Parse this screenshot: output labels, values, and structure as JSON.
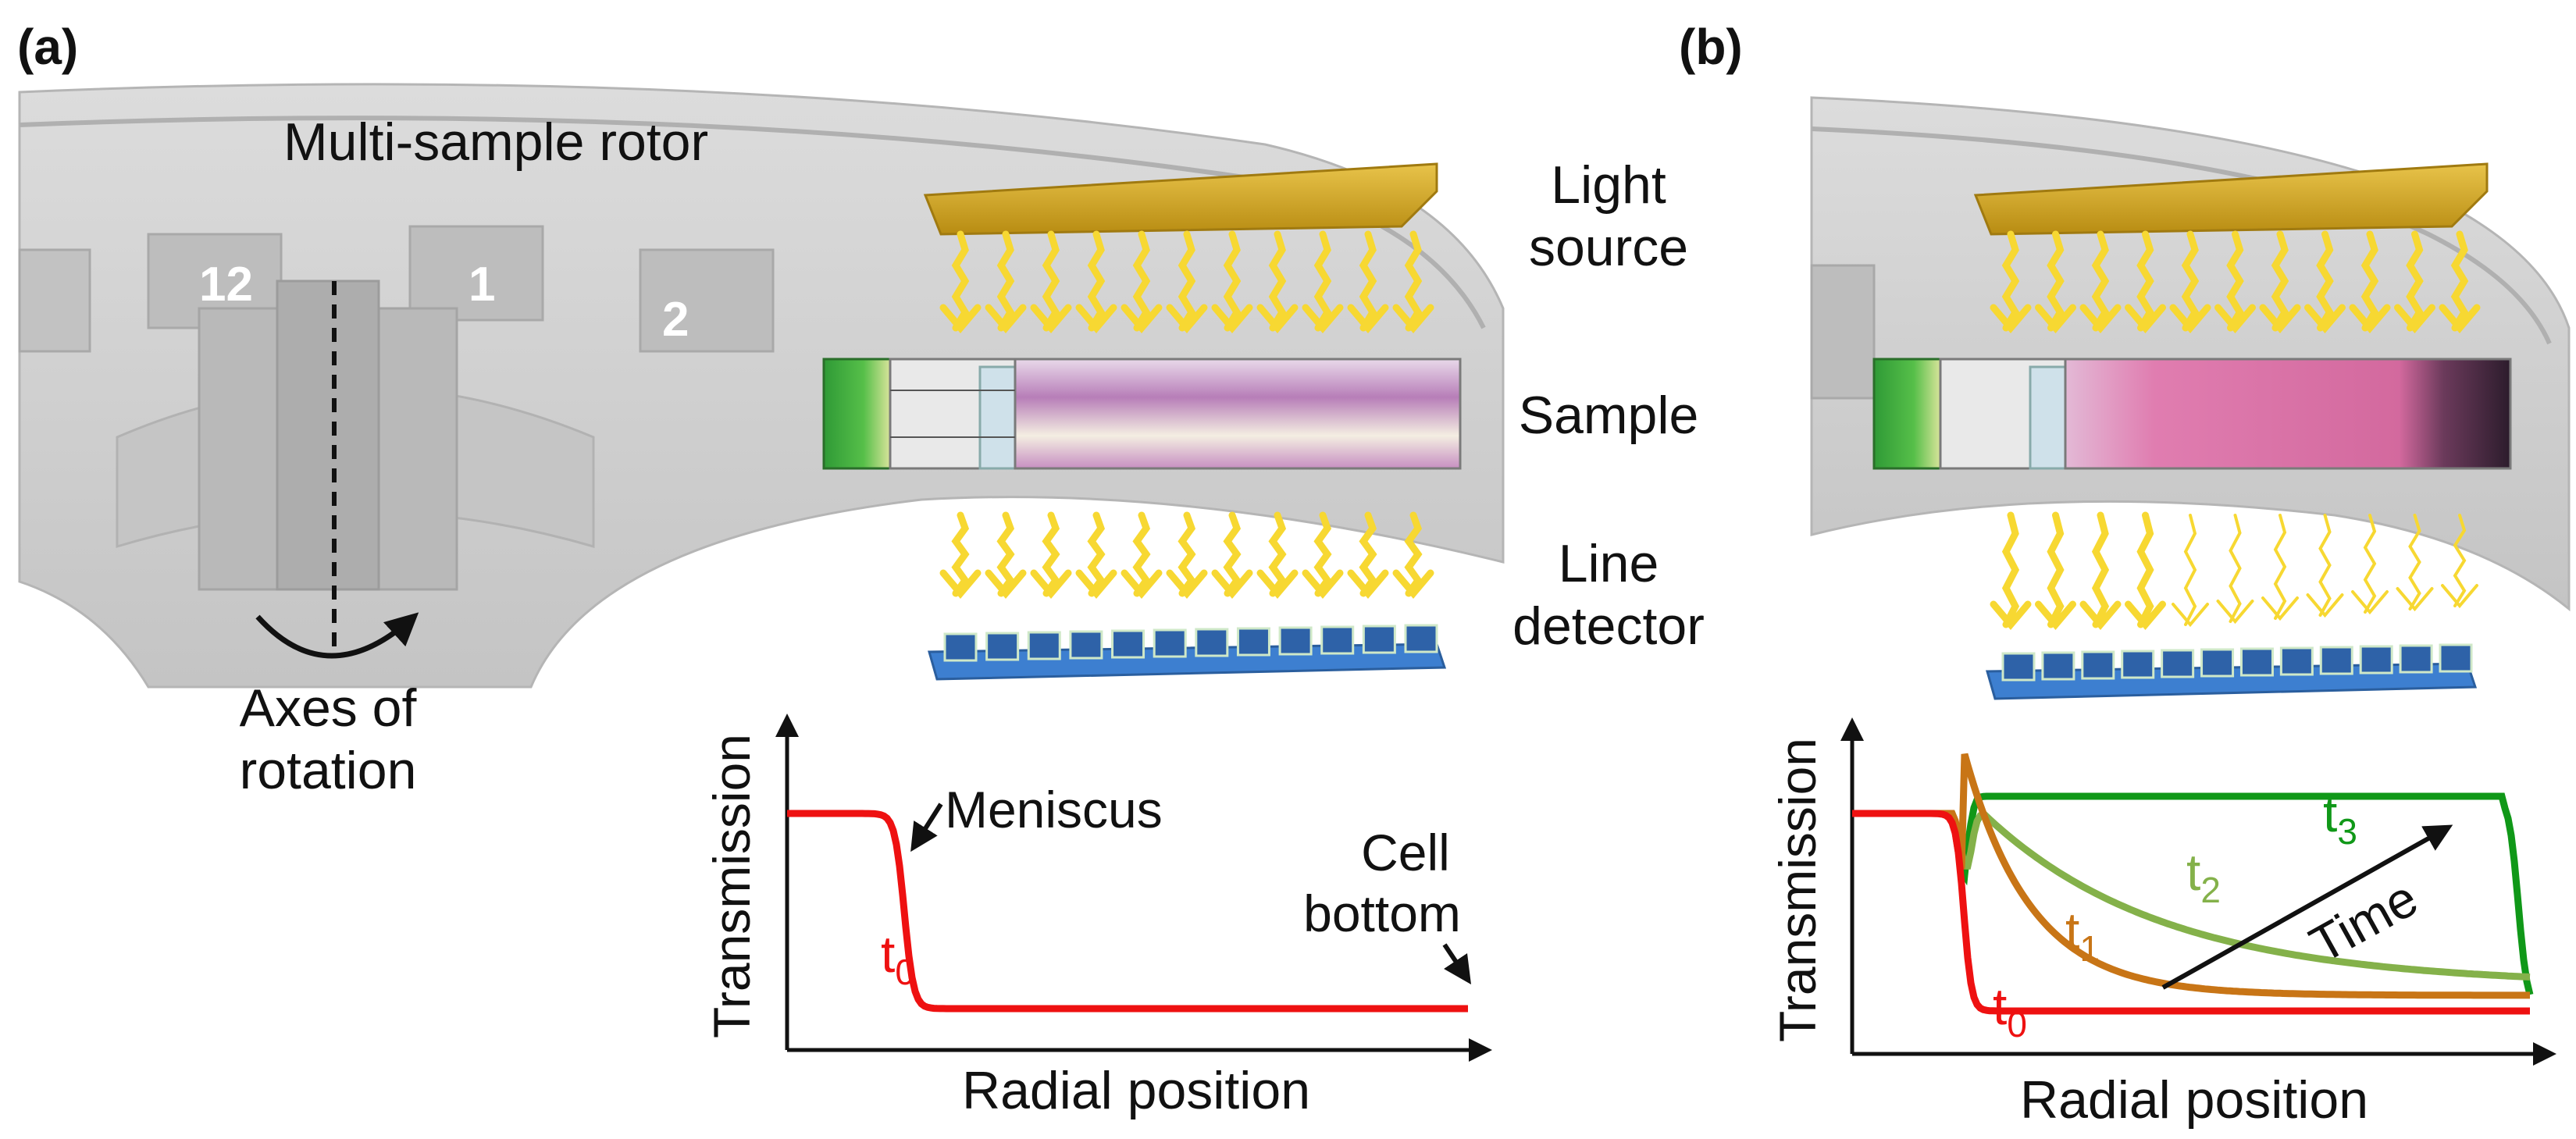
{
  "panel_a": {
    "tag": "(a)",
    "rotor_label": "Multi-sample rotor",
    "slot_labels": [
      "12",
      "1",
      "2"
    ],
    "axes_label": [
      "Axes of",
      "rotation"
    ],
    "light_source_label": [
      "Light",
      "source"
    ],
    "sample_label": "Sample",
    "detector_label": [
      "Line",
      "detector"
    ],
    "plot": {
      "ylabel": "Transmission",
      "xlabel": "Radial position",
      "meniscus_label": "Meniscus",
      "cell_bottom_label": [
        "Cell",
        "bottom"
      ],
      "curve": {
        "label_main": "t",
        "label_sub": "0",
        "color": "#ee1111"
      }
    }
  },
  "panel_b": {
    "tag": "(b)",
    "plot": {
      "ylabel": "Transmission",
      "xlabel": "Radial position",
      "time_label": "Time",
      "curves": [
        {
          "label_main": "t",
          "label_sub": "0",
          "color": "#ee1111"
        },
        {
          "label_main": "t",
          "label_sub": "1",
          "color": "#c87516"
        },
        {
          "label_main": "t",
          "label_sub": "2",
          "color": "#84b14a"
        },
        {
          "label_main": "t",
          "label_sub": "3",
          "color": "#109818"
        }
      ]
    }
  },
  "colors": {
    "rotor": "#cdcdcd",
    "light_bar": "#d4a91f",
    "beam": "#f7d832",
    "detector_base": "#3d7fd0",
    "detector_pixel": "#2e62a8",
    "window": "#3fae3f",
    "sample": "#c992c0"
  }
}
